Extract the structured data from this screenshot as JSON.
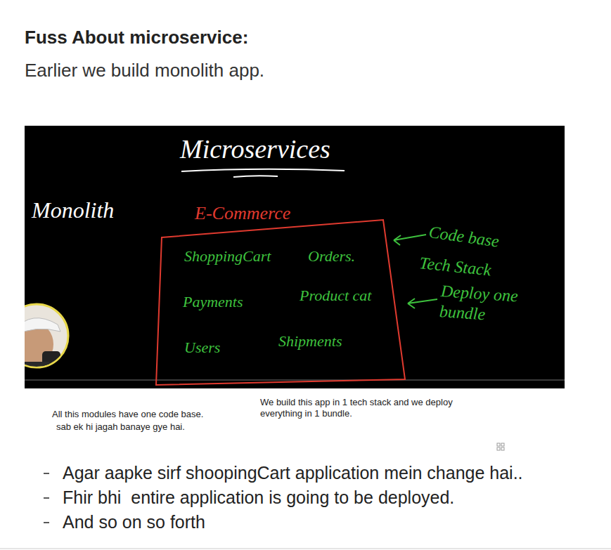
{
  "diagram": {
    "title": "Fuss About microservice:",
    "nodes": [
      {
        "text": [
          "E-Commerce",
          "ShoppingCart",
          "Orders.",
          "Payments",
          "Product cat",
          "Users",
          "Shipments"
        ]
      }
    ],
    "labels": [
      "Earlier we build monolith app.",
      "Microservices",
      "Monolith",
      "Code base",
      "Tech Stack",
      "Deploy one bundle",
      "All this modules have one code base.",
      "sab ek hi jagah banaye gye hai.",
      "We build this app in 1 tech stack and we deploy everything in 1 bundle.",
      "Agar aapke sirf shoopingCart application mein change hai..",
      "Fhir bhi  entire application is going to be deployed.",
      "And so on so forth"
    ]
  }
}
